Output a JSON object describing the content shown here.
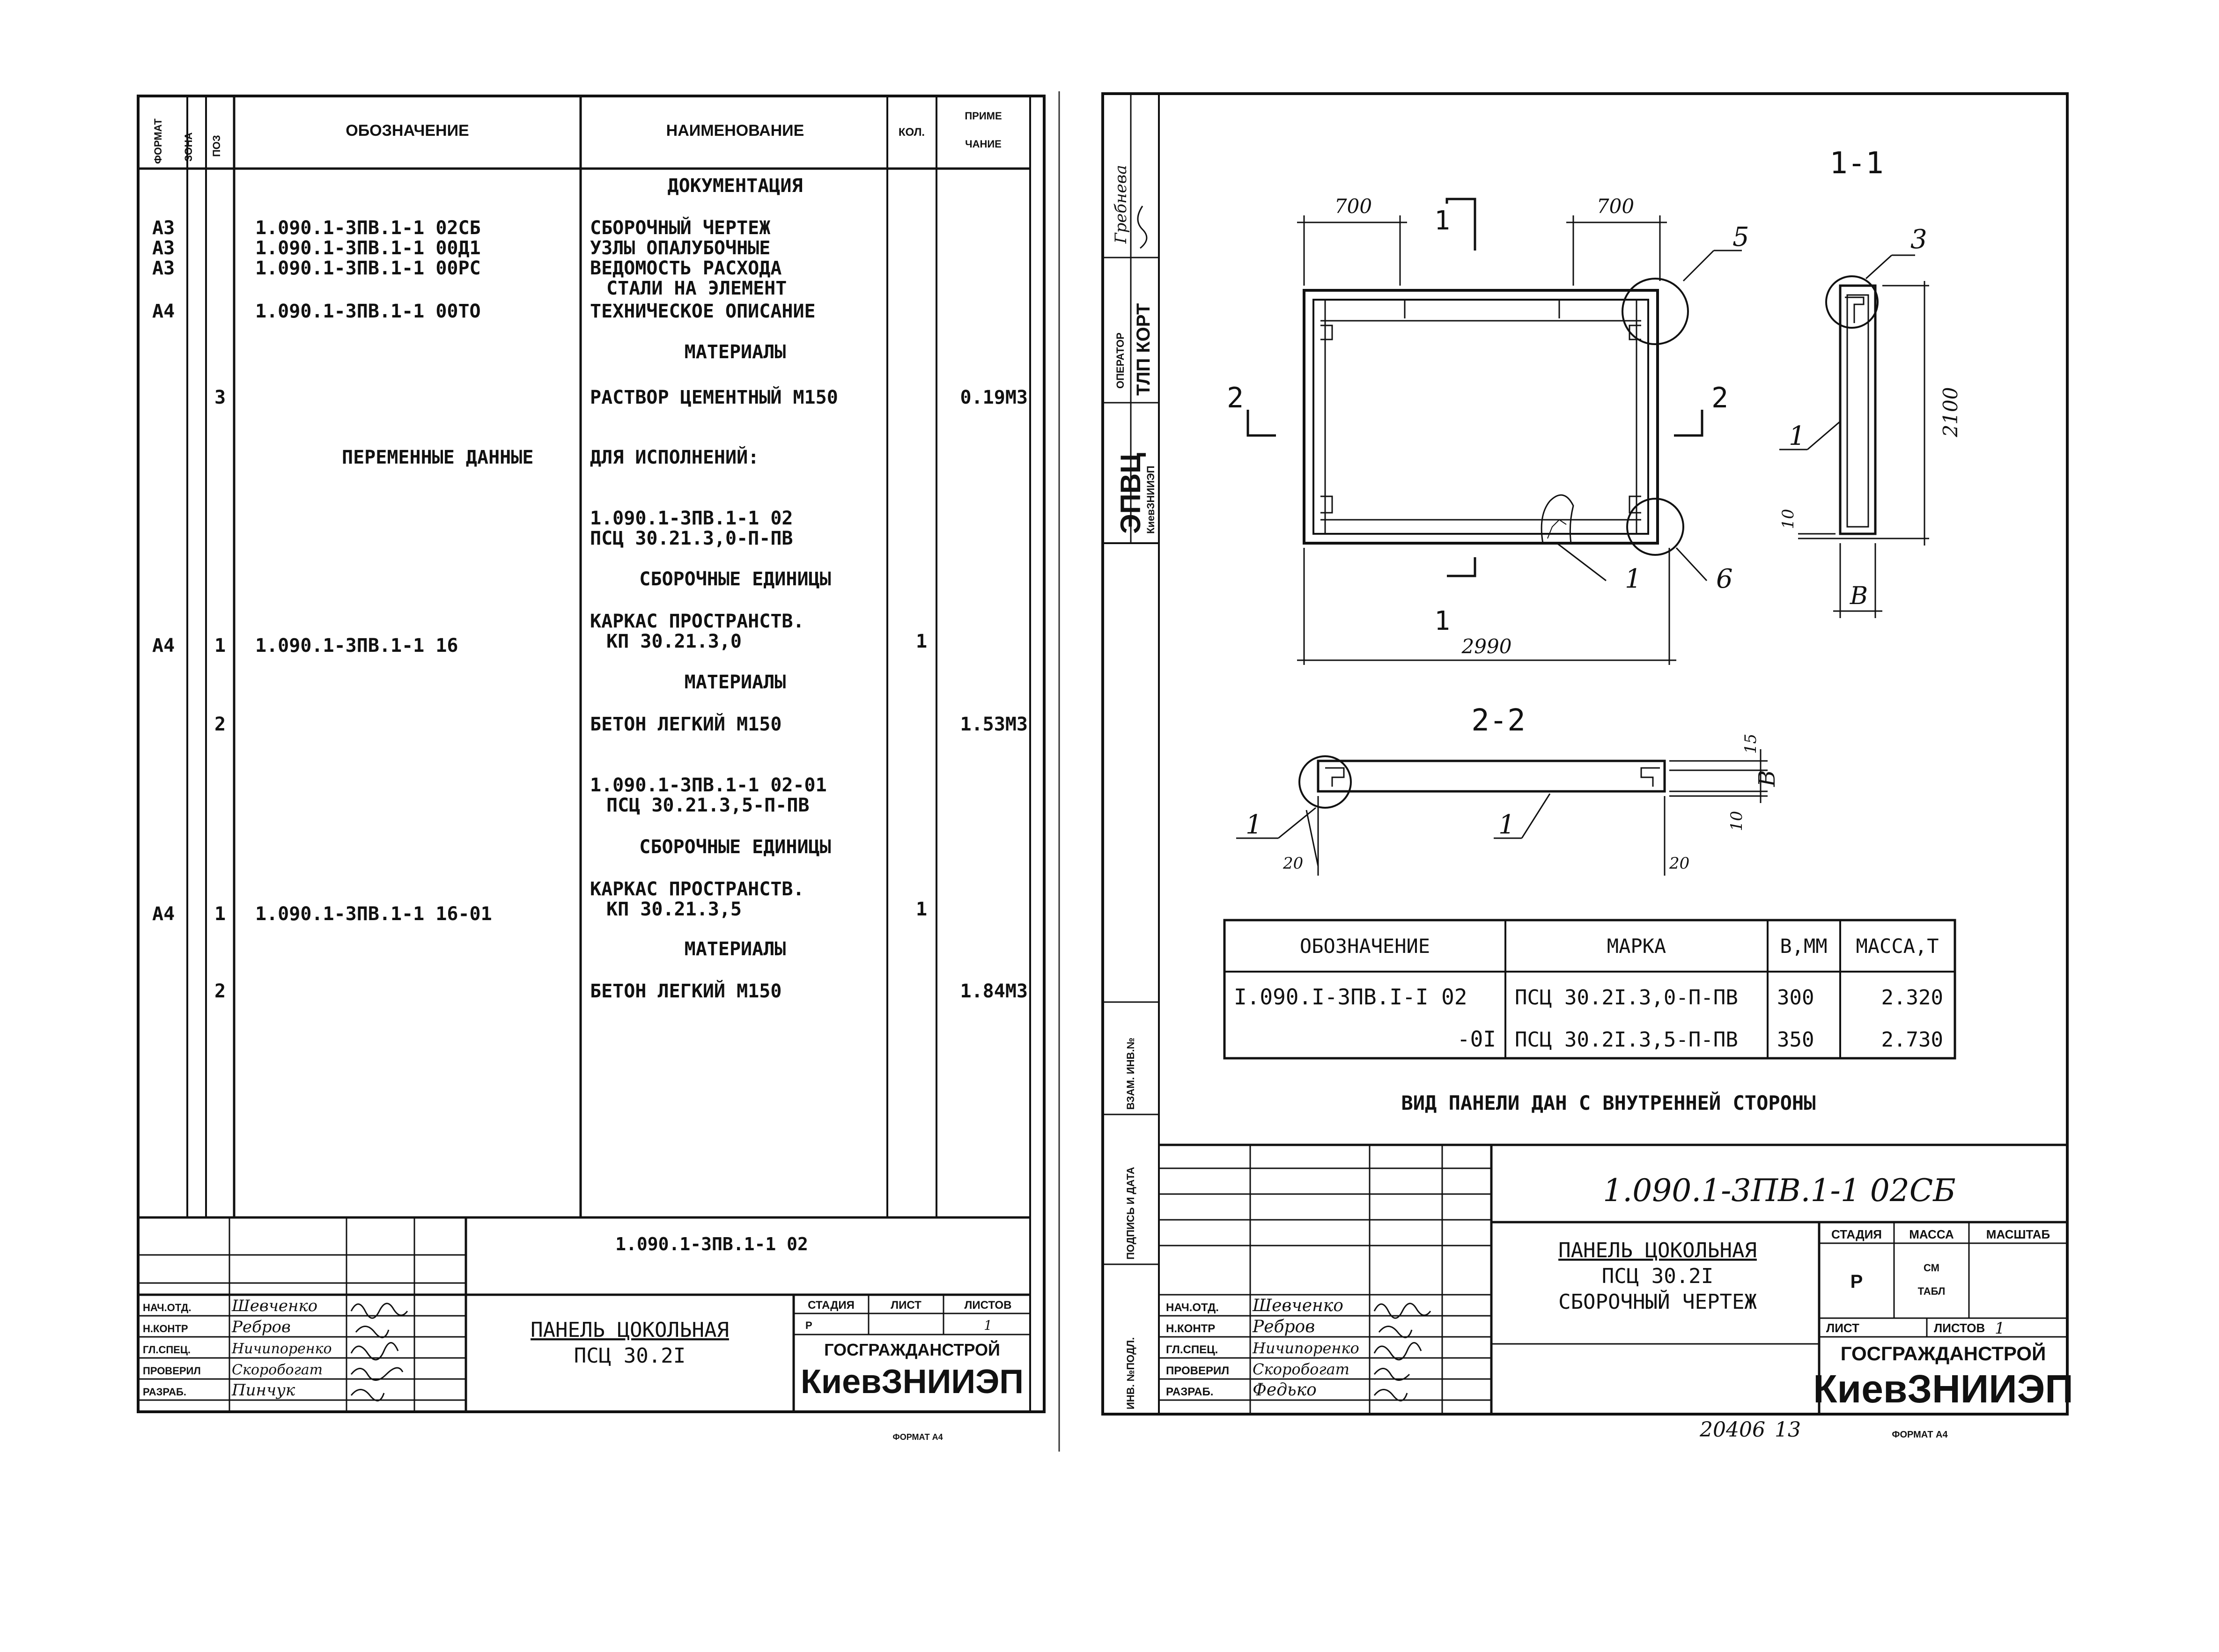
{
  "spec_sheet": {
    "side_headers": [
      "ФОРМАТ",
      "ЗОНА",
      "ПОЗ"
    ],
    "headers": {
      "designation": "ОБОЗНАЧЕНИЕ",
      "name": "НАИМЕНОВАНИЕ",
      "qty": "КОЛ.",
      "note_1": "ПРИМЕ",
      "note_2": "ЧАНИЕ"
    },
    "rows": [
      {
        "fmt": "",
        "pos": "",
        "des": "",
        "name": "ДОКУМЕНТАЦИЯ",
        "qty": "",
        "note": ""
      },
      {
        "fmt": "А3",
        "pos": "",
        "des": "1.090.1-3ПВ.1-1 02СБ",
        "name": "СБОРОЧНЫЙ ЧЕРТЕЖ",
        "qty": "",
        "note": ""
      },
      {
        "fmt": "А3",
        "pos": "",
        "des": "1.090.1-3ПВ.1-1 00Д1",
        "name": "УЗЛЫ ОПАЛУБОЧНЫЕ",
        "qty": "",
        "note": ""
      },
      {
        "fmt": "А3",
        "pos": "",
        "des": "1.090.1-3ПВ.1-1 00РС",
        "name": "ВЕДОМОСТЬ РАСХОДА",
        "qty": "",
        "note": ""
      },
      {
        "fmt": "",
        "pos": "",
        "des": "",
        "name": "СТАЛИ НА ЭЛЕМЕНТ",
        "qty": "",
        "note": ""
      },
      {
        "fmt": "А4",
        "pos": "",
        "des": "1.090.1-3ПВ.1-1 00ТО",
        "name": "ТЕХНИЧЕСКОЕ ОПИСАНИЕ",
        "qty": "",
        "note": ""
      },
      {
        "fmt": "",
        "pos": "",
        "des": "",
        "name": "МАТЕРИАЛЫ",
        "qty": "",
        "note": ""
      },
      {
        "fmt": "",
        "pos": "3",
        "des": "",
        "name": "РАСТВОР ЦЕМЕНТНЫЙ М150",
        "qty": "",
        "note": "0.19М3"
      },
      {
        "fmt": "",
        "pos": "",
        "des": "ПЕРЕМЕННЫЕ ДАННЫЕ",
        "name": "ДЛЯ ИСПОЛНЕНИЙ:",
        "qty": "",
        "note": ""
      },
      {
        "fmt": "",
        "pos": "",
        "des": "",
        "name": "1.090.1-3ПВ.1-1 02",
        "qty": "",
        "note": ""
      },
      {
        "fmt": "",
        "pos": "",
        "des": "",
        "name": "ПСЦ 30.21.3,0-П-ПВ",
        "qty": "",
        "note": ""
      },
      {
        "fmt": "",
        "pos": "",
        "des": "",
        "name": "СБОРОЧНЫЕ ЕДИНИЦЫ",
        "qty": "",
        "note": ""
      },
      {
        "fmt": "",
        "pos": "",
        "des": "",
        "name": "КАРКАС ПРОСТРАНСТВ.",
        "qty": "",
        "note": ""
      },
      {
        "fmt": "А4",
        "pos": "1",
        "des": "1.090.1-3ПВ.1-1 16",
        "name": "КП 30.21.3,0",
        "qty": "1",
        "note": ""
      },
      {
        "fmt": "",
        "pos": "",
        "des": "",
        "name": "МАТЕРИАЛЫ",
        "qty": "",
        "note": ""
      },
      {
        "fmt": "",
        "pos": "2",
        "des": "",
        "name": "БЕТОН ЛЕГКИЙ М150",
        "qty": "",
        "note": "1.53М3"
      },
      {
        "fmt": "",
        "pos": "",
        "des": "",
        "name": "1.090.1-3ПВ.1-1 02-01",
        "qty": "",
        "note": ""
      },
      {
        "fmt": "",
        "pos": "",
        "des": "",
        "name": "ПСЦ 30.21.3,5-П-ПВ",
        "qty": "",
        "note": ""
      },
      {
        "fmt": "",
        "pos": "",
        "des": "",
        "name": "СБОРОЧНЫЕ ЕДИНИЦЫ",
        "qty": "",
        "note": ""
      },
      {
        "fmt": "",
        "pos": "",
        "des": "",
        "name": "КАРКАС ПРОСТРАНСТВ.",
        "qty": "",
        "note": ""
      },
      {
        "fmt": "А4",
        "pos": "1",
        "des": "1.090.1-3ПВ.1-1 16-01",
        "name": "КП 30.21.3,5",
        "qty": "1",
        "note": ""
      },
      {
        "fmt": "",
        "pos": "",
        "des": "",
        "name": "МАТЕРИАЛЫ",
        "qty": "",
        "note": ""
      },
      {
        "fmt": "",
        "pos": "2",
        "des": "",
        "name": "БЕТОН ЛЕГКИЙ М150",
        "qty": "",
        "note": "1.84М3"
      }
    ],
    "title_block": {
      "code": "1.090.1-3ПВ.1-1 02",
      "title_line1": "ПАНЕЛЬ ЦОКОЛЬНАЯ",
      "title_line2": "ПСЦ 30.2I",
      "stage_label": "СТАДИЯ",
      "sheet_label": "ЛИСТ",
      "sheets_label": "ЛИСТОВ",
      "stage": "Р",
      "sheets": "1",
      "org": "ГОСГРАЖДАНСТРОЙ",
      "institute": "КиевЗНИИЭП",
      "roles": [
        {
          "role": "НАЧ.ОТД.",
          "name": "Шевченко"
        },
        {
          "role": "Н.КОНТР",
          "name": "Ребров"
        },
        {
          "role": "ГЛ.СПЕЦ.",
          "name": "Ничипоренко"
        },
        {
          "role": "ПРОВЕРИЛ",
          "name": "Скоробогат"
        },
        {
          "role": "РАЗРАБ.",
          "name": "Пинчук"
        }
      ],
      "format": "ФОРМАТ А4"
    }
  },
  "drawing_sheet": {
    "stamp": {
      "author": "Гребнева",
      "operator_label": "ОПЕРАТОР",
      "operator": "ТЛП КОРТ",
      "evc": "ЭПВЦ",
      "evc_sub": "КиевЗНИИЭП"
    },
    "side_labels": [
      "ВЗАМ. ИНВ.№",
      "ПОДПИСЬ И ДАТА",
      "ИНВ. №ПОДЛ."
    ],
    "views": {
      "section_1": "1-1",
      "section_2": "2-2",
      "cut_1": "1",
      "cut_2": "2",
      "dim_top_left": "700",
      "dim_top_right": "700",
      "dim_length": "2990",
      "dim_height": "2100",
      "dim_10": "10",
      "dim_15": "15",
      "dim_20": "20",
      "dim_b": "В",
      "callouts": [
        "5",
        "3",
        "1",
        "1",
        "6",
        "1",
        "1"
      ],
      "caption": "ВИД ПАНЕЛИ ДАН С ВНУТРЕННЕЙ СТОРОНЫ"
    },
    "variants_table": {
      "headers": [
        "ОБОЗНАЧЕНИЕ",
        "МАРКА",
        "В,ММ",
        "МАССА,Т"
      ],
      "rows": [
        [
          "I.090.I-3ПВ.I-I 02",
          "ПСЦ 30.2I.3,0-П-ПВ",
          "300",
          "2.320"
        ],
        [
          "-0I",
          "ПСЦ 30.2I.3,5-П-ПВ",
          "350",
          "2.730"
        ]
      ]
    },
    "title_block": {
      "code": "1.090.1-3ПВ.1-1 02СБ",
      "title_line1": "ПАНЕЛЬ ЦОКОЛЬНАЯ",
      "title_line2": "ПСЦ 30.2I",
      "title_line3": "СБОРОЧНЫЙ ЧЕРТЕЖ",
      "stage_label": "СТАДИЯ",
      "mass_label": "МАССА",
      "scale_label": "МАСШТАБ",
      "stage": "Р",
      "mass_1": "СМ",
      "mass_2": "ТАБЛ",
      "sheet_label": "ЛИСТ",
      "sheets_label": "ЛИСТОВ",
      "sheets": "1",
      "org": "ГОСГРАЖДАНСТРОЙ",
      "institute": "КиевЗНИИЭП",
      "roles": [
        {
          "role": "НАЧ.ОТД.",
          "name": "Шевченко"
        },
        {
          "role": "Н.КОНТР",
          "name": "Ребров"
        },
        {
          "role": "ГЛ.СПЕЦ.",
          "name": "Ничипоренко"
        },
        {
          "role": "ПРОВЕРИЛ",
          "name": "Скоробогат"
        },
        {
          "role": "РАЗРАБ.",
          "name": "Федько"
        }
      ],
      "footer_num": "20406",
      "footer_page": "13",
      "format": "ФОРМАТ А4"
    }
  }
}
